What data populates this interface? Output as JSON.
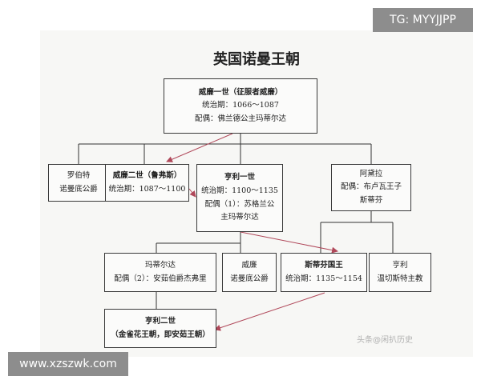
{
  "title": "英国诺曼王朝",
  "nodes": {
    "william1": {
      "name": "威廉一世（征服者威廉）",
      "reign": "统治期：1066～1087",
      "spouse": "配偶：佛兰德公主玛蒂尔达"
    },
    "robert": {
      "name": "罗伯特",
      "title": "诺曼底公爵"
    },
    "william2": {
      "name": "威廉二世（鲁弗斯）",
      "reign": "统治期：1087～1100"
    },
    "henry1": {
      "name": "亨利一世",
      "reign": "统治期：1100～1135",
      "spouse_1": "配偶（1）：苏格兰公",
      "spouse_2": "主玛蒂尔达"
    },
    "adela": {
      "name": "阿黛拉",
      "spouse": "配偶：布卢瓦王子",
      "spouse_2": "斯蒂芬"
    },
    "matilda": {
      "name": "玛蒂尔达",
      "spouse": "配偶（2）：安茹伯爵杰弗里"
    },
    "william": {
      "name": "威廉",
      "title": "诺曼底公爵"
    },
    "stephen": {
      "name": "斯蒂芬国王",
      "reign": "统治期：1135～1154"
    },
    "henry_w": {
      "name": "亨利",
      "title": "温切斯特主教"
    },
    "henry2": {
      "name": "亨利二世",
      "line2": "（金雀花王朝，即安茹王朝）"
    }
  },
  "colors": {
    "succession_arrow": "#b0485a",
    "line": "#333333",
    "box_border": "#3a3a3a"
  },
  "watermark_tg": "TG: MYYJJPP",
  "watermark_site": "www.xzszwk.com",
  "watermark_source": "头条@闲扒历史"
}
